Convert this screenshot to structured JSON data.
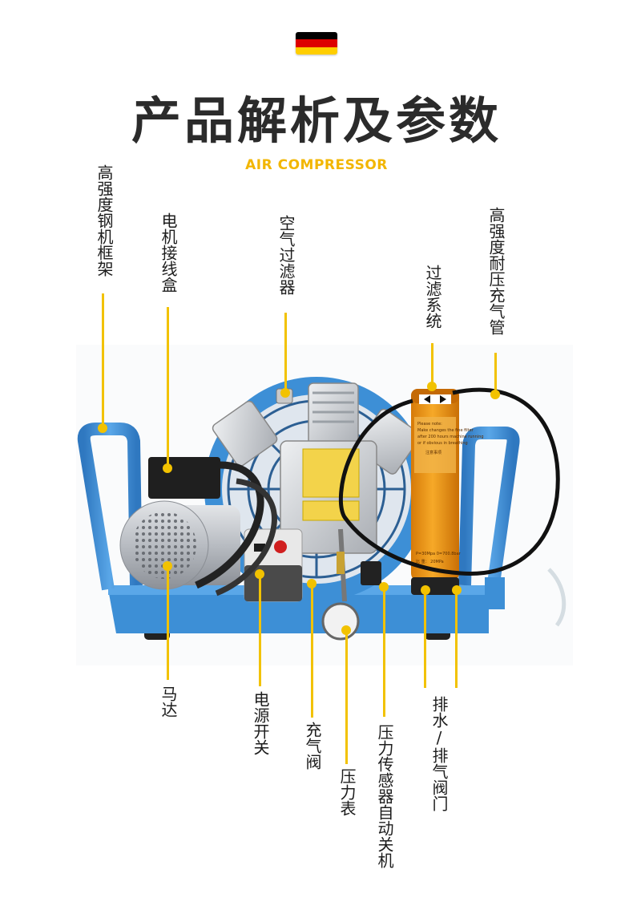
{
  "header": {
    "title": "产品解析及参数",
    "subtitle": "AIR COMPRESSOR",
    "flag_colors": [
      "#000000",
      "#dd0000",
      "#ffce00"
    ]
  },
  "colors": {
    "accent": "#f2c200",
    "frame_blue": "#3d8fd6",
    "filter_orange": "#f09a1a"
  },
  "callouts": [
    {
      "id": "steel-frame",
      "label": "高强度钢机框架"
    },
    {
      "id": "motor-junction-box",
      "label": "电机接线盒"
    },
    {
      "id": "air-filter",
      "label": "空气过滤器"
    },
    {
      "id": "filter-system",
      "label": "过滤系统"
    },
    {
      "id": "high-pressure-hose",
      "label": "高强度耐压充气管"
    },
    {
      "id": "motor",
      "label": "马达"
    },
    {
      "id": "power-switch",
      "label": "电源开关"
    },
    {
      "id": "fill-valve",
      "label": "充气阀"
    },
    {
      "id": "pressure-gauge",
      "label": "压力表"
    },
    {
      "id": "pressure-sensor-auto-shutoff",
      "label": "压力传感器自动关机"
    },
    {
      "id": "drain-vent-valve",
      "label": "排水/排气阀门"
    }
  ],
  "decal": {
    "line1": "Please note:",
    "line2": "Make changes the fine filter",
    "line3": "after 200 hours machine running",
    "line4": "or if obvious in breathing",
    "line5": "注意事项",
    "spec": "P=30Mpa  0=700.8bar",
    "spec2": "比 重：  20MPa"
  }
}
